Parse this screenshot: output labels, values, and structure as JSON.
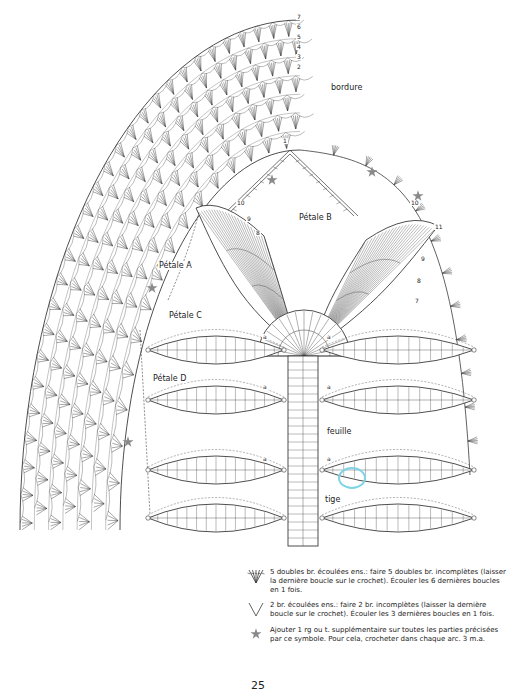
{
  "diagram": {
    "labels": [
      "7",
      "6",
      "5",
      "4",
      "3",
      "2",
      "1",
      "bordure",
      "Pétale B",
      "10",
      "9",
      "8",
      "Pétale A",
      "10",
      "11",
      "9",
      "8",
      "7",
      "Pétale C",
      "a",
      "a",
      "Pétale D",
      "a",
      "a",
      "feuille",
      "a",
      "a",
      "tige",
      "25"
    ],
    "legend": [
      {
        "text": "5 doubles br. écoulées ens.: faire 5 doubles br. incomplètes (laisser la dernière boucle sur le crochet). Écouler les 6 dernières boucles en 1 fois."
      },
      {
        "text": "2 br. écoulées ens.: faire 2 br. incomplètes (laisser la dernière boucle sur le crochet). Écouler les 3 dernières boucles en 1 fois."
      },
      {
        "text": "Ajouter 1 rg ou t. supplémentaire sur toutes les parties précisées par ce symbole. Pour cela, crocheter dans chaque arc. 3 m.a."
      }
    ]
  }
}
